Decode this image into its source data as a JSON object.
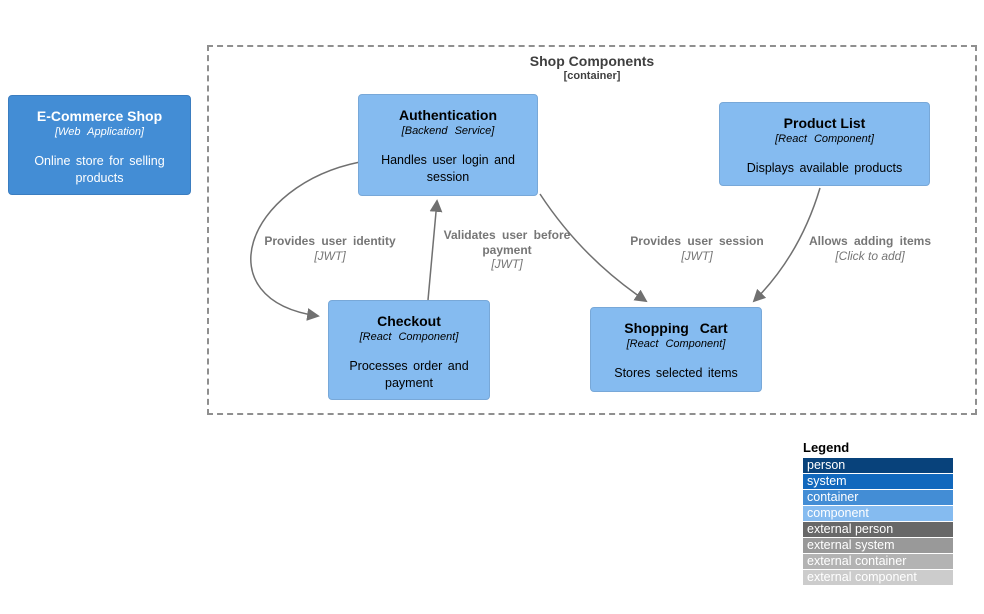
{
  "colors": {
    "person": "#08427B",
    "system": "#1168BD",
    "container": "#438DD5",
    "component": "#85BBF0",
    "external_person": "#686868",
    "external_system": "#999999",
    "external_container": "#B3B3B3",
    "external_component": "#CCCCCC",
    "arrow": "#707070",
    "edge_label_text": "#767676",
    "group_border": "#8F8F8F"
  },
  "group": {
    "title": "Shop Components",
    "subtitle": "[container]"
  },
  "nodes": {
    "ecommerce": {
      "title": "E-Commerce Shop",
      "subtitle": "[Web Application]",
      "description": "Online store for selling products"
    },
    "authentication": {
      "title": "Authentication",
      "subtitle": "[Backend Service]",
      "description": "Handles user login and session"
    },
    "product_list": {
      "title": "Product List",
      "subtitle": "[React Component]",
      "description": "Displays available products"
    },
    "checkout": {
      "title": "Checkout",
      "subtitle": "[React Component]",
      "description": "Processes order and payment"
    },
    "shopping_cart": {
      "title": "Shopping Cart",
      "subtitle": "[React Component]",
      "description": "Stores selected items"
    }
  },
  "edges": [
    {
      "from": "Authentication",
      "to": "Checkout",
      "label": "Provides user identity",
      "note": "[JWT]"
    },
    {
      "from": "Checkout",
      "to": "Authentication",
      "label": "Validates user before payment",
      "note": "[JWT]"
    },
    {
      "from": "Authentication",
      "to": "Shopping Cart",
      "label": "Provides user session",
      "note": "[JWT]"
    },
    {
      "from": "Product List",
      "to": "Shopping Cart",
      "label": "Allows adding items",
      "note": "[Click to add]"
    }
  ],
  "legend": {
    "title": "Legend",
    "items": [
      {
        "label": "person",
        "color": "#08427B"
      },
      {
        "label": "system",
        "color": "#1168BD"
      },
      {
        "label": "container",
        "color": "#438DD5"
      },
      {
        "label": "component",
        "color": "#85BBF0"
      },
      {
        "label": "external person",
        "color": "#686868"
      },
      {
        "label": "external system",
        "color": "#999999"
      },
      {
        "label": "external container",
        "color": "#B3B3B3"
      },
      {
        "label": "external component",
        "color": "#CCCCCC"
      }
    ]
  }
}
